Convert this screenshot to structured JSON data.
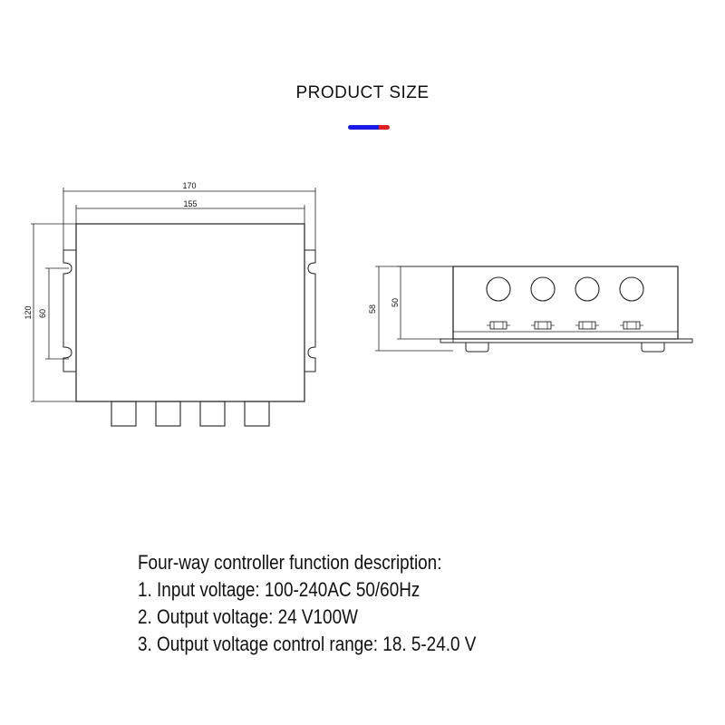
{
  "title": "PRODUCT SIZE",
  "colors": {
    "accent_blue": "#1a1ae6",
    "accent_red": "#e02020",
    "line": "#222222"
  },
  "dimensions": {
    "top_width_outer": "170",
    "top_width_inner": "155",
    "top_height_outer": "120",
    "top_height_inner": "60",
    "side_height_outer": "58",
    "side_height_inner": "50"
  },
  "description": {
    "heading": "Four-way controller function description:",
    "items": [
      "1. Input voltage: 100-240AC 50/60Hz",
      "2. Output voltage: 24 V100W",
      "3. Output voltage control range: 18. 5-24.0 V"
    ]
  }
}
